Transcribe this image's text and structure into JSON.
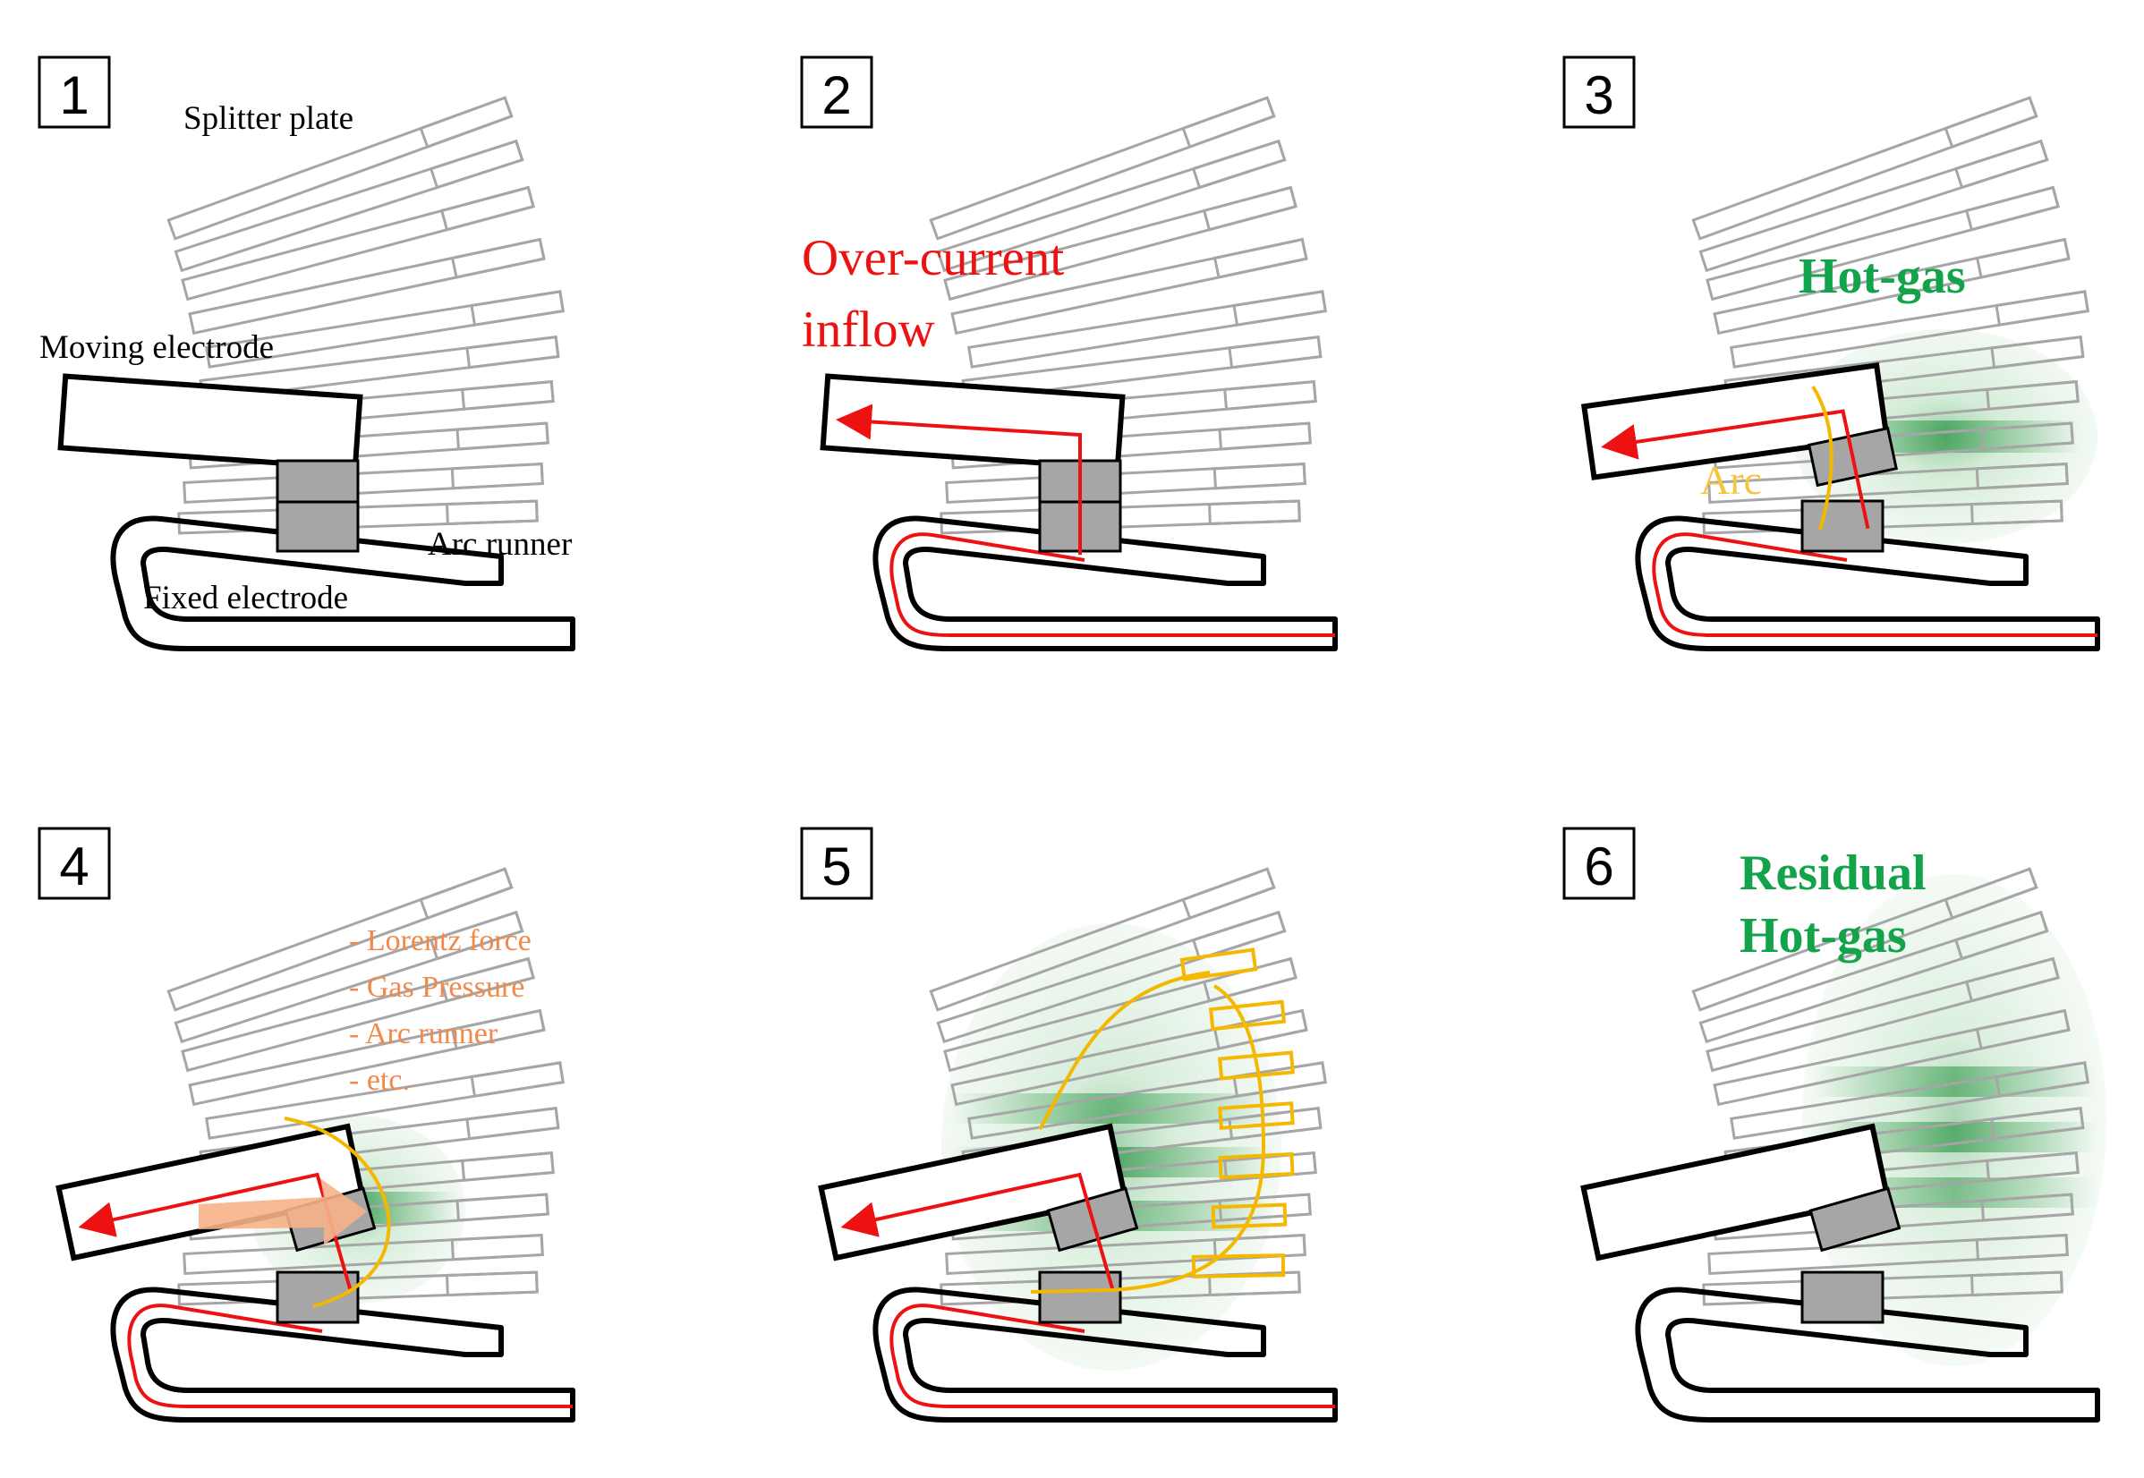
{
  "panels": [
    {
      "number": "1"
    },
    {
      "number": "2"
    },
    {
      "number": "3"
    },
    {
      "number": "4"
    },
    {
      "number": "5"
    },
    {
      "number": "6"
    }
  ],
  "labels": {
    "splitter_plate": "Splitter plate",
    "moving_electrode": "Moving electrode",
    "arc_runner": "Arc runner",
    "fixed_electrode": "Fixed electrode",
    "over_current_line1": "Over-current",
    "over_current_line2": "inflow",
    "hot_gas": "Hot-gas",
    "arc": "Arc",
    "forces": [
      "- Lorentz force",
      "- Gas Pressure",
      "- Arc runner",
      "- etc."
    ],
    "residual_line1": "Residual",
    "residual_line2": "Hot-gas"
  },
  "colors": {
    "plate_outline": "#a6a6a6",
    "current": "#ee1111",
    "arc": "#f5b800",
    "gas": "#1f8f3a",
    "contact": "#a6a6a6",
    "force_arrow": "#f7b28a"
  }
}
